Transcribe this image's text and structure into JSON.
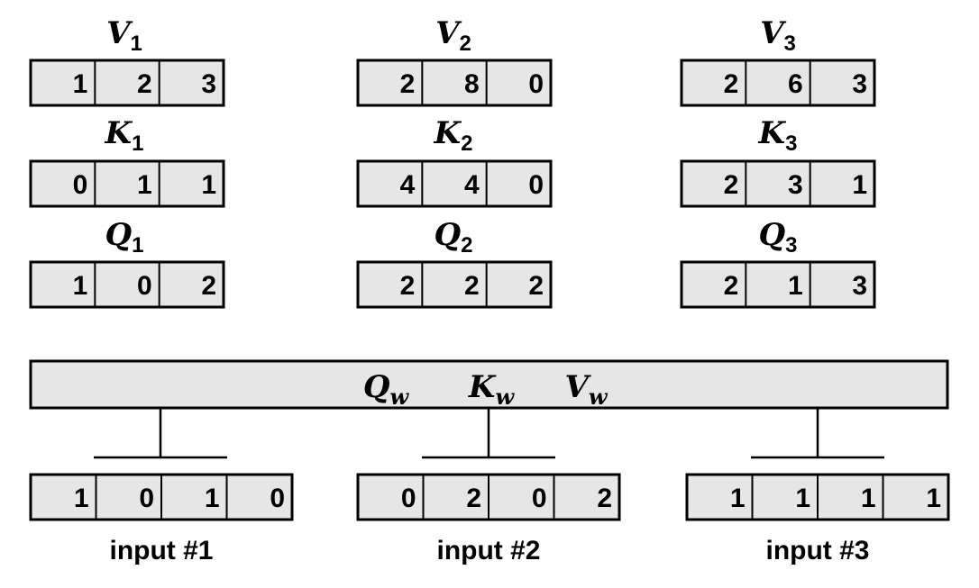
{
  "diagram": {
    "groups": [
      {
        "vectors": [
          {
            "symbol": "V",
            "subscript": "1",
            "values": [
              "1",
              "2",
              "3"
            ]
          },
          {
            "symbol": "K",
            "subscript": "1",
            "values": [
              "0",
              "1",
              "1"
            ]
          },
          {
            "symbol": "Q",
            "subscript": "1",
            "values": [
              "1",
              "0",
              "2"
            ]
          }
        ],
        "input": {
          "values": [
            "1",
            "0",
            "1",
            "0"
          ],
          "label": "input #1"
        }
      },
      {
        "vectors": [
          {
            "symbol": "V",
            "subscript": "2",
            "values": [
              "2",
              "8",
              "0"
            ]
          },
          {
            "symbol": "K",
            "subscript": "2",
            "values": [
              "4",
              "4",
              "0"
            ]
          },
          {
            "symbol": "Q",
            "subscript": "2",
            "values": [
              "2",
              "2",
              "2"
            ]
          }
        ],
        "input": {
          "values": [
            "0",
            "2",
            "0",
            "2"
          ],
          "label": "input #2"
        }
      },
      {
        "vectors": [
          {
            "symbol": "V",
            "subscript": "3",
            "values": [
              "2",
              "6",
              "3"
            ]
          },
          {
            "symbol": "K",
            "subscript": "3",
            "values": [
              "2",
              "3",
              "1"
            ]
          },
          {
            "symbol": "Q",
            "subscript": "3",
            "values": [
              "2",
              "1",
              "3"
            ]
          }
        ],
        "input": {
          "values": [
            "1",
            "1",
            "1",
            "1"
          ],
          "label": "input #3"
        }
      }
    ],
    "weights_bar": {
      "terms": [
        {
          "symbol": "Q",
          "subscript": "w"
        },
        {
          "symbol": "K",
          "subscript": "w"
        },
        {
          "symbol": "V",
          "subscript": "w"
        }
      ]
    }
  }
}
